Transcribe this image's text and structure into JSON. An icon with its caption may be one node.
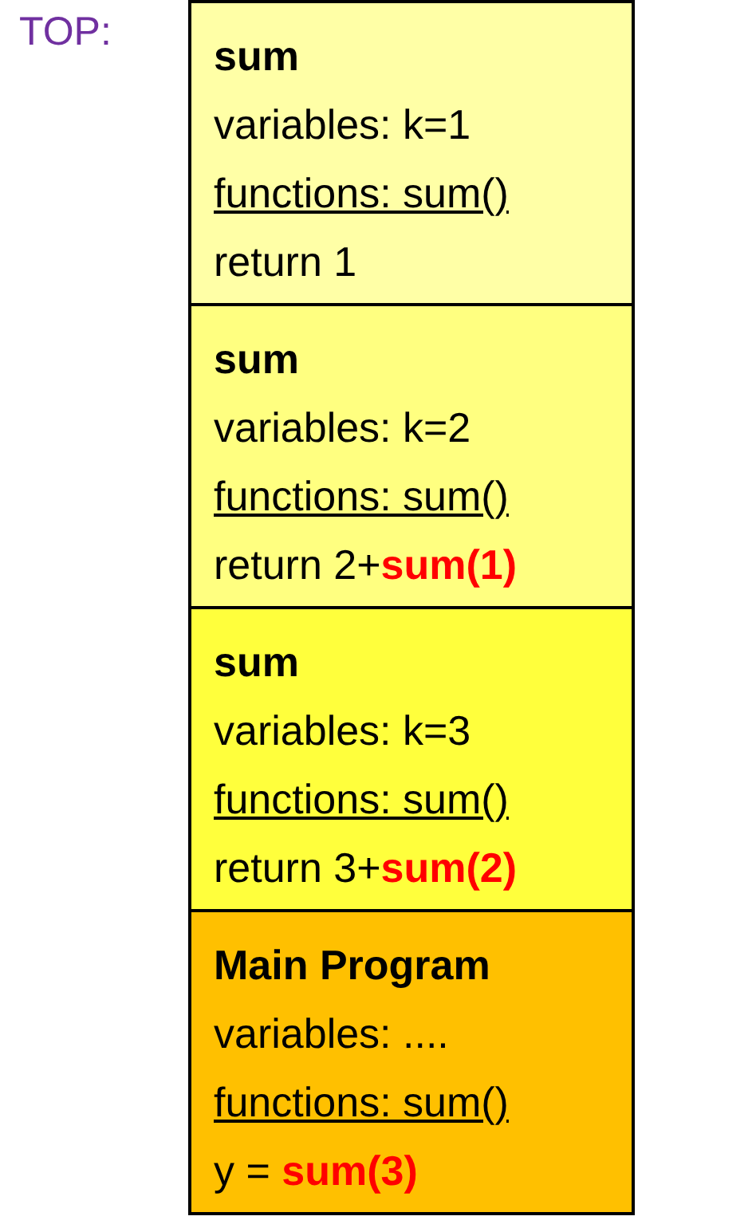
{
  "diagram": {
    "nodes": [
      {
        "text": [
          "sum",
          "variables: k=1",
          "functions: sum()",
          "return 1"
        ]
      },
      {
        "text": [
          "sum",
          "variables: k=2",
          "functions: sum()",
          "return 2+**sum(1)**"
        ]
      },
      {
        "text": [
          "sum",
          "variables: k=3",
          "functions: sum()",
          "return 3+**sum(2)**"
        ]
      },
      {
        "text": [
          "Main Program",
          "variables: ....",
          "functions: sum()",
          "y = **sum(3)**"
        ]
      }
    ],
    "labels": [
      "TOP:"
    ]
  }
}
